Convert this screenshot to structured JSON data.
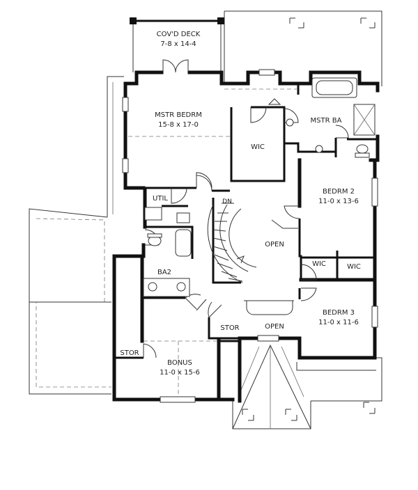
{
  "rooms": {
    "covd_deck": {
      "name": "COV'D DECK",
      "dims": "7-8 x 14-4"
    },
    "mstr_bedrm": {
      "name": "MSTR BEDRM",
      "dims": "15-8 x 17-0"
    },
    "wic_master": {
      "name": "WIC"
    },
    "mstr_ba": {
      "name": "MSTR BA"
    },
    "util": {
      "name": "UTIL"
    },
    "dn": {
      "name": "DN"
    },
    "open_stair": {
      "name": "OPEN"
    },
    "bedrm_2": {
      "name": "BEDRM 2",
      "dims": "11-0 x 13-6"
    },
    "wic_a": {
      "name": "WIC"
    },
    "wic_b": {
      "name": "WIC"
    },
    "ba2": {
      "name": "BA2"
    },
    "stor_hall": {
      "name": "STOR"
    },
    "open_hall": {
      "name": "OPEN"
    },
    "bedrm_3": {
      "name": "BEDRM 3",
      "dims": "11-0 x 11-6"
    },
    "stor_bonus": {
      "name": "STOR"
    },
    "bonus": {
      "name": "BONUS",
      "dims": "11-0 x 15-6"
    }
  }
}
